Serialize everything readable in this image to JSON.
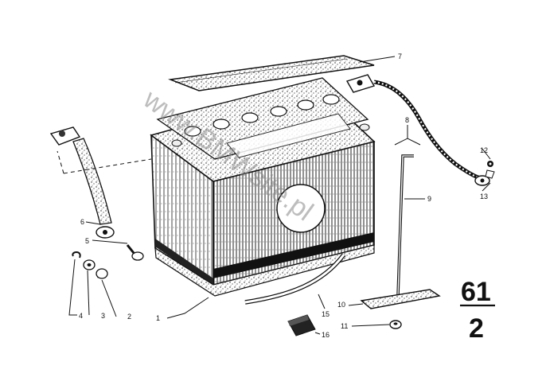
{
  "watermark": "www.BMWsite.pl",
  "group_code": {
    "numerator": "61",
    "denominator": "2"
  },
  "callouts": [
    "1",
    "2",
    "3",
    "4",
    "5",
    "6",
    "7",
    "8",
    "9",
    "10",
    "11",
    "12",
    "13",
    "15",
    "16"
  ]
}
